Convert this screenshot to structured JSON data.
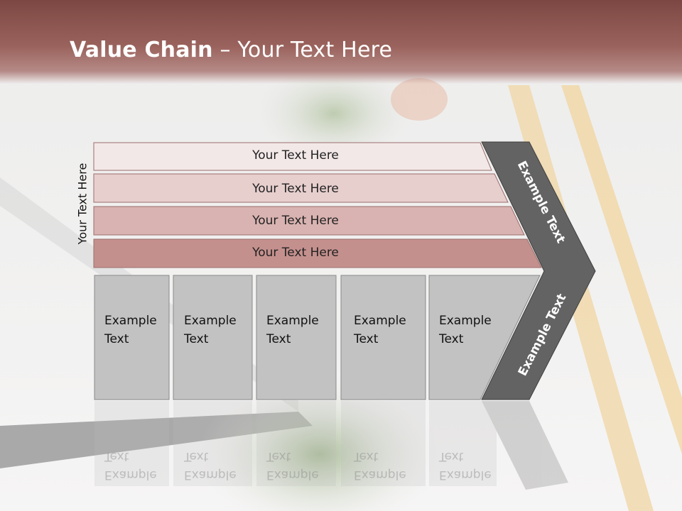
{
  "title": {
    "bold": "Value Chain",
    "rest": " – Your Text Here"
  },
  "side_label": "Your Text Here",
  "bars": [
    {
      "label": "Your Text Here",
      "color": "#f3e8e8"
    },
    {
      "label": "Your Text Here",
      "color": "#e7cfce"
    },
    {
      "label": "Your Text Here",
      "color": "#d9b3b1"
    },
    {
      "label": "Your Text Here",
      "color": "#c4908d"
    }
  ],
  "boxes": [
    {
      "line1": "Example",
      "line2": "Text"
    },
    {
      "line1": "Example",
      "line2": "Text"
    },
    {
      "line1": "Example",
      "line2": "Text"
    },
    {
      "line1": "Example",
      "line2": "Text"
    },
    {
      "line1": "Example",
      "line2": "Text"
    }
  ],
  "chevron": {
    "upper": "Example Text",
    "lower": "Example Text",
    "color": "#636363"
  },
  "box_color": "#c2c2c2"
}
